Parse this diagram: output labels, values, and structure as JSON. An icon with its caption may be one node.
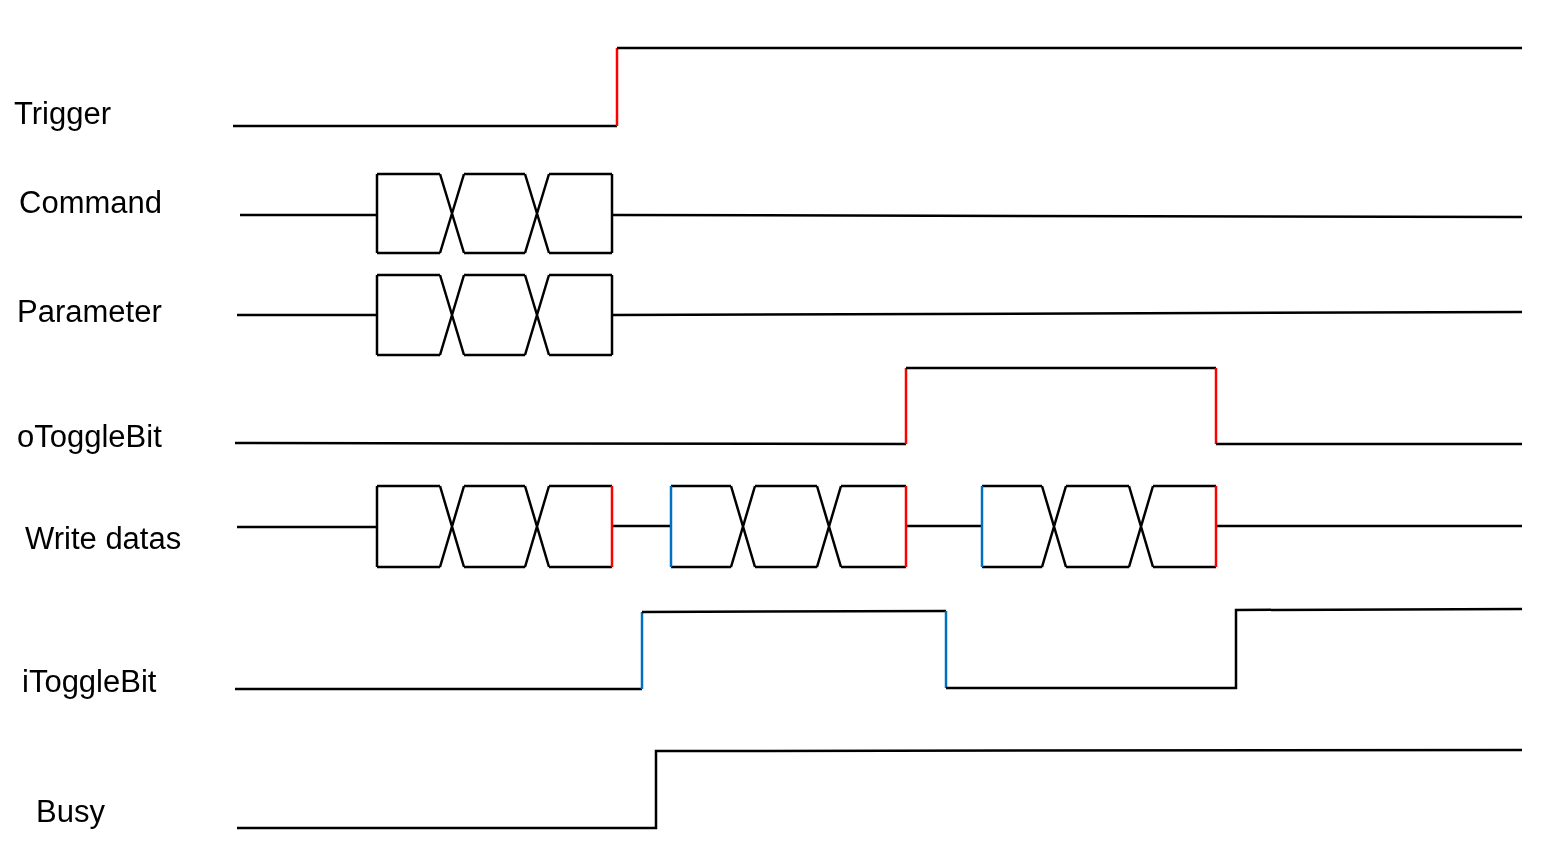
{
  "diagram": {
    "labels": [
      "Trigger",
      "Command",
      "Parameter",
      "oToggleBit",
      "Write datas",
      "iToggleBit",
      "Busy"
    ]
  }
}
